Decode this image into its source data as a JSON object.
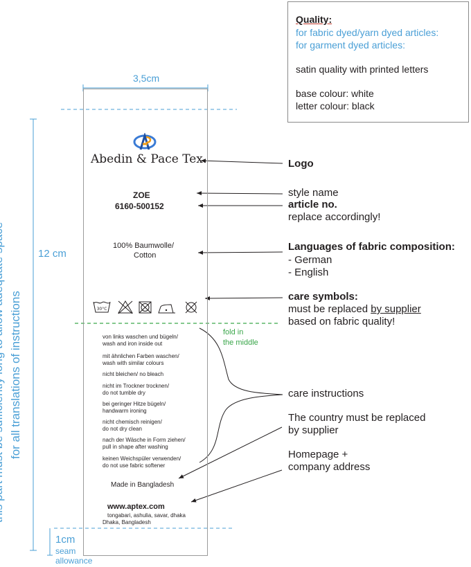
{
  "quality_box": {
    "heading": "Quality:",
    "line1": "for fabric dyed/yarn dyed articles:",
    "line2": "for garment dyed articles:",
    "satin": "satin quality with printed letters",
    "base_colour": "base colour: white",
    "letter_colour": "letter colour: black"
  },
  "dimensions": {
    "width": "3,5cm",
    "length": "12 cm",
    "seam_cm": "1cm",
    "seam_word": "seam",
    "allowance_word": "allowance"
  },
  "vertical_note": {
    "line1": "this part must be sufficiently long to allow adequate space",
    "line2": "for all translations of instructions"
  },
  "label": {
    "brand": "Abedin & Pace Tex.",
    "style_name": "ZOE",
    "article_no": "6160-500152",
    "composition_line1": "100% Baumwolle/",
    "composition_line2": "Cotton",
    "care_icons": [
      "wash-30-icon",
      "no-bleach-icon",
      "no-tumble-dry-icon",
      "iron-low-icon",
      "no-dry-clean-icon"
    ],
    "wash_temp": "30°C",
    "care_instructions": [
      [
        "von links waschen und bügeln/",
        "wash and iron inside out"
      ],
      [
        "mit ähnlichen Farben waschen/",
        "wash with similar colours"
      ],
      [
        "nicht bleichen/ no bleach"
      ],
      [
        "nicht im Trockner trocknen/",
        "do not tumble dry"
      ],
      [
        "bei geringer Hitze bügeln/",
        "handwarm ironing"
      ],
      [
        "nicht chemisch reinigen/",
        "do not dry clean"
      ],
      [
        "nach der Wäsche in Form ziehen/",
        "pull in shape after washing"
      ],
      [
        "keinen Weichspüler verwenden/",
        "do not use fabric softener"
      ]
    ],
    "made_in": "Made in Bangladesh",
    "website": "www.aptex.com",
    "address_line1": "tongabari, ashulia, savar, dhaka",
    "address_line2": "Dhaka, Bangladesh"
  },
  "annotations": {
    "logo": "Logo",
    "style_name": "style name",
    "article_no": "article no.",
    "replace": "replace accordingly!",
    "languages_title": "Languages of fabric composition:",
    "lang_german": "- German",
    "lang_english": "- English",
    "care_symbols_title": "care symbols:",
    "care_line2_prefix": "must be replaced ",
    "care_line2_underlined": "by supplier",
    "care_line3": "based on fabric quality!",
    "fold_line1": "fold in",
    "fold_line2": "the middle",
    "care_instructions": "care instructions",
    "country_line1": "The country must be replaced",
    "country_line2": "by supplier",
    "homepage_line1": "Homepage +",
    "homepage_line2": "company address"
  }
}
